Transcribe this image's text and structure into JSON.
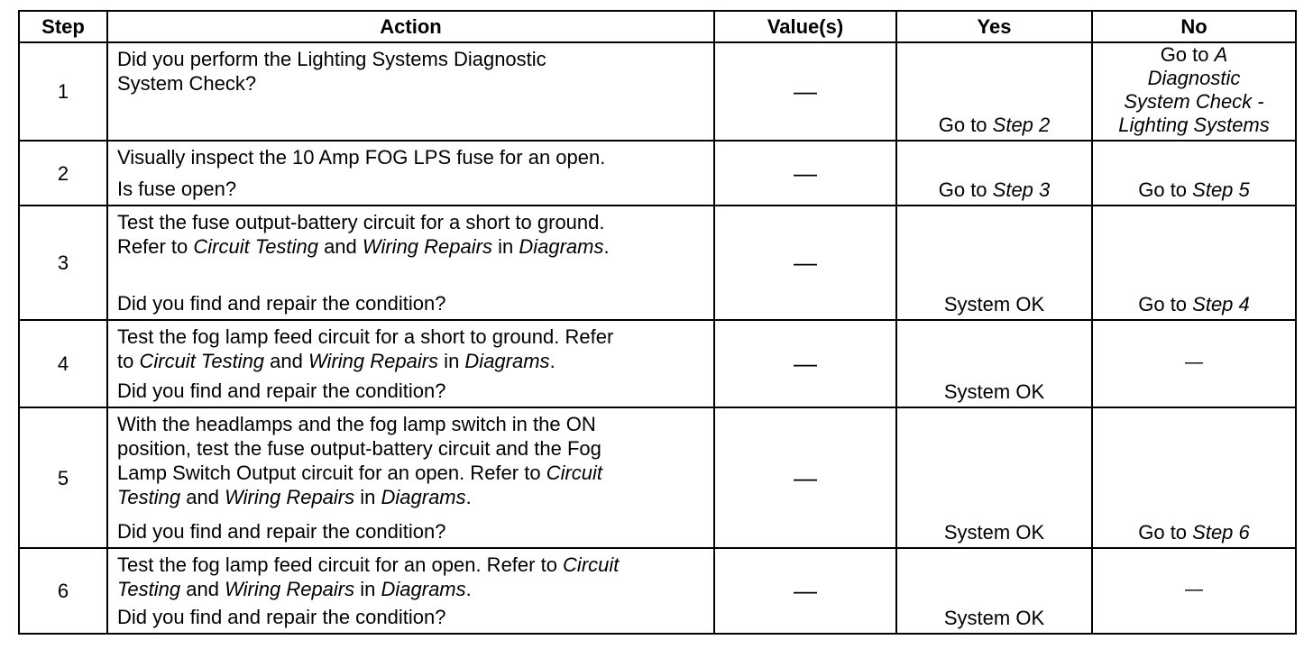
{
  "headers": {
    "step": "Step",
    "action": "Action",
    "values": "Value(s)",
    "yes": "Yes",
    "no": "No"
  },
  "rows": [
    {
      "step": "1",
      "action": [
        [
          {
            "t": "Did you perform the Lighting Systems Diagnostic"
          }
        ],
        [
          {
            "t": "System Check?"
          }
        ]
      ],
      "value": "—",
      "yes": [
        {
          "t": "Go to "
        },
        {
          "t": "Step 2",
          "i": true
        }
      ],
      "no_lines": [
        [
          {
            "t": "Go to "
          },
          {
            "t": "A",
            "i": true
          }
        ],
        [
          {
            "t": "Diagnostic",
            "i": true
          }
        ],
        [
          {
            "t": "System Check -",
            "i": true
          }
        ],
        [
          {
            "t": "Lighting Systems",
            "i": true
          }
        ]
      ]
    },
    {
      "step": "2",
      "action": [
        [
          {
            "t": "Visually inspect the 10 Amp FOG LPS fuse for an open."
          }
        ],
        [
          {
            "t": "Is fuse open?"
          }
        ]
      ],
      "value": "—",
      "yes": [
        {
          "t": "Go to "
        },
        {
          "t": "Step 3",
          "i": true
        }
      ],
      "no": [
        {
          "t": "Go to "
        },
        {
          "t": "Step 5",
          "i": true
        }
      ]
    },
    {
      "step": "3",
      "action": [
        [
          {
            "t": "Test the fuse output-battery circuit for a short to ground."
          }
        ],
        [
          {
            "t": "Refer to "
          },
          {
            "t": "Circuit Testing",
            "i": true
          },
          {
            "t": " and "
          },
          {
            "t": "Wiring Repairs",
            "i": true
          },
          {
            "t": " in "
          },
          {
            "t": "Diagrams",
            "i": true
          },
          {
            "t": "."
          }
        ],
        null,
        [
          {
            "t": "Did you find and repair the condition?"
          }
        ]
      ],
      "value": "—",
      "yes": [
        {
          "t": "System OK"
        }
      ],
      "no": [
        {
          "t": "Go to "
        },
        {
          "t": "Step 4",
          "i": true
        }
      ]
    },
    {
      "step": "4",
      "action": [
        [
          {
            "t": "Test the fog lamp feed circuit for a short to ground. Refer"
          }
        ],
        [
          {
            "t": "to "
          },
          {
            "t": "Circuit Testing",
            "i": true
          },
          {
            "t": " and "
          },
          {
            "t": "Wiring Repairs",
            "i": true
          },
          {
            "t": " in "
          },
          {
            "t": "Diagrams",
            "i": true
          },
          {
            "t": "."
          }
        ],
        [
          {
            "t": "Did you find and repair the condition?"
          }
        ]
      ],
      "value": "—",
      "yes": [
        {
          "t": "System OK"
        }
      ],
      "no_dash": "—"
    },
    {
      "step": "5",
      "action": [
        [
          {
            "t": "With the headlamps and the fog lamp switch in the ON"
          }
        ],
        [
          {
            "t": "position, test the fuse output-battery circuit and the Fog"
          }
        ],
        [
          {
            "t": "Lamp Switch Output circuit for an open. Refer to "
          },
          {
            "t": "Circuit",
            "i": true
          }
        ],
        [
          {
            "t": "Testing",
            "i": true
          },
          {
            "t": " and "
          },
          {
            "t": "Wiring Repairs",
            "i": true
          },
          {
            "t": " in "
          },
          {
            "t": "Diagrams",
            "i": true
          },
          {
            "t": "."
          }
        ],
        [
          {
            "t": "Did you find and repair the condition?"
          }
        ]
      ],
      "value": "—",
      "yes": [
        {
          "t": "System OK"
        }
      ],
      "no": [
        {
          "t": "Go to "
        },
        {
          "t": "Step 6",
          "i": true
        }
      ]
    },
    {
      "step": "6",
      "action": [
        [
          {
            "t": "Test the fog lamp feed circuit for an open. Refer to "
          },
          {
            "t": "Circuit",
            "i": true
          }
        ],
        [
          {
            "t": "Testing",
            "i": true
          },
          {
            "t": " and "
          },
          {
            "t": "Wiring Repairs",
            "i": true
          },
          {
            "t": " in "
          },
          {
            "t": "Diagrams",
            "i": true
          },
          {
            "t": "."
          }
        ],
        [
          {
            "t": "Did you find and repair the condition?"
          }
        ]
      ],
      "value": "—",
      "yes": [
        {
          "t": "System OK"
        }
      ],
      "no_dash": "—"
    }
  ]
}
